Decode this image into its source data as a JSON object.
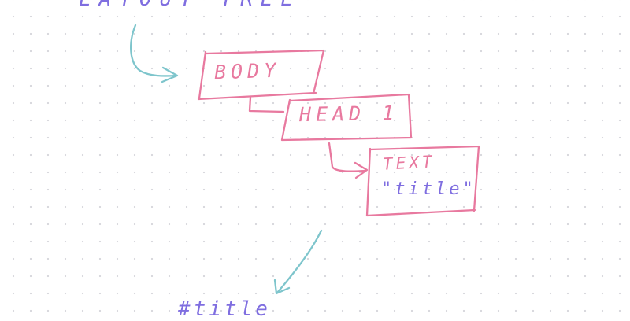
{
  "colors": {
    "node": "#e8799f",
    "value": "#7f6ee0",
    "arrow": "#7ec5cc"
  },
  "labels": {
    "top": "LAYOUT TREE",
    "bottom": "#title"
  },
  "nodes": [
    {
      "name": "BODY"
    },
    {
      "name": "HEAD 1"
    },
    {
      "name": "TEXT",
      "value": "\"title\""
    }
  ]
}
